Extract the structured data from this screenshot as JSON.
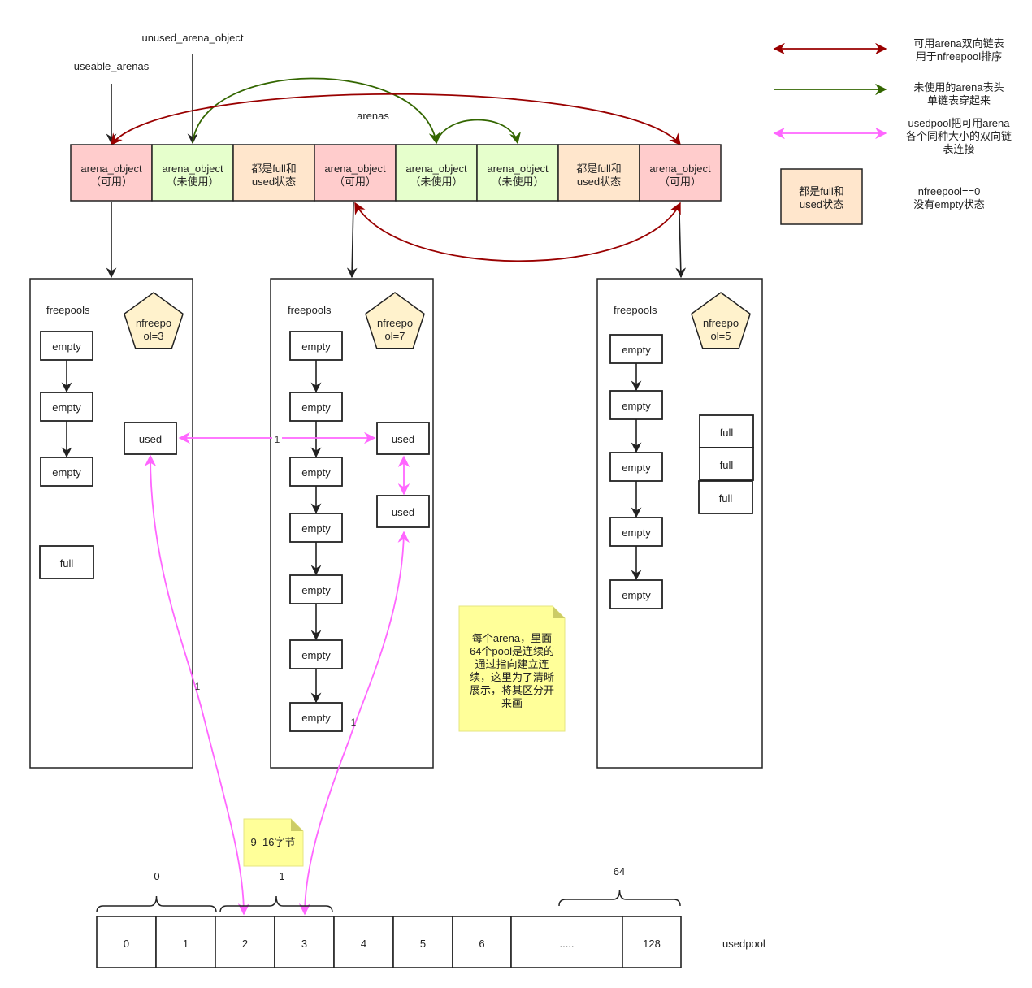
{
  "top_labels": {
    "useable_arenas": "useable_arenas",
    "unused_arena_object": "unused_arena_object",
    "arenas": "arenas"
  },
  "arena_row": [
    {
      "line1": "arena_object",
      "line2": "（可用）",
      "kind": "usable"
    },
    {
      "line1": "arena_object",
      "line2": "（未使用）",
      "kind": "unused"
    },
    {
      "line1": "都是full和",
      "line2": "used状态",
      "kind": "full"
    },
    {
      "line1": "arena_object",
      "line2": "（可用）",
      "kind": "usable"
    },
    {
      "line1": "arena_object",
      "line2": "（未使用）",
      "kind": "unused"
    },
    {
      "line1": "arena_object",
      "line2": "（未使用）",
      "kind": "unused"
    },
    {
      "line1": "都是full和",
      "line2": "used状态",
      "kind": "full"
    },
    {
      "line1": "arena_object",
      "line2": "（可用）",
      "kind": "usable"
    }
  ],
  "legend": {
    "red_line1": "可用arena双向链表",
    "red_line2": "用于nfreepool排序",
    "green_line1": "未使用的arena表头",
    "green_line2": "单链表穿起来",
    "pink_line1": "usedpool把可用arena",
    "pink_line2": "各个同种大小的双向链",
    "pink_line3": "表连接",
    "box_line1": "都是full和",
    "box_line2": "used状态",
    "box_note1": "nfreepool==0",
    "box_note2": "没有empty状态"
  },
  "arenas": [
    {
      "freepools_label": "freepools",
      "nfree_line1": "nfreepo",
      "nfree_line2": "ol=3",
      "empties": [
        "empty",
        "empty",
        "empty"
      ],
      "used": [
        "used"
      ],
      "full": [
        "full"
      ]
    },
    {
      "freepools_label": "freepools",
      "nfree_line1": "nfreepo",
      "nfree_line2": "ol=7",
      "empties": [
        "empty",
        "empty",
        "empty",
        "empty",
        "empty",
        "empty",
        "empty"
      ],
      "used": [
        "used",
        "used"
      ],
      "full": []
    },
    {
      "freepools_label": "freepools",
      "nfree_line1": "nfreepo",
      "nfree_line2": "ol=5",
      "empties": [
        "empty",
        "empty",
        "empty",
        "empty",
        "empty"
      ],
      "used": [],
      "full": [
        "full",
        "full",
        "full"
      ]
    }
  ],
  "link_labels": {
    "used_horizontal": "1",
    "used_to_pool2": "1",
    "used_to_pool3": "1"
  },
  "notes": {
    "big_note": [
      "每个arena，里面",
      "64个pool是连续的",
      "通过指向建立连",
      "续，这里为了清晰",
      "展示，将其区分开",
      "来画"
    ],
    "small_note": "9–16字节"
  },
  "usedpool": {
    "cells": [
      "0",
      "1",
      "2",
      "3",
      "4",
      "5",
      "6",
      ".....",
      "128"
    ],
    "brace_labels": [
      "0",
      "1",
      "64"
    ],
    "label": "usedpool"
  },
  "colors": {
    "red": "#990000",
    "green": "#336600",
    "pink": "#ff66ff",
    "usable_fill": "#ffcccc",
    "unused_fill": "#e6ffcc",
    "full_fill": "#ffe6cc",
    "pentagon_fill": "#fff2cc",
    "note_fill": "#ffff99"
  }
}
